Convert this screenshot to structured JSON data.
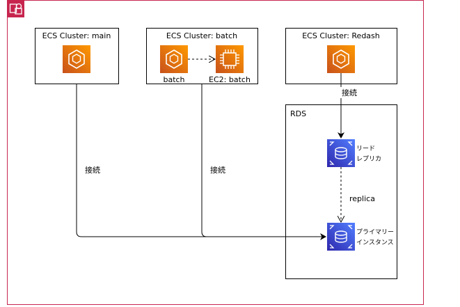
{
  "clusters": {
    "main": {
      "title": "ECS Cluster: main"
    },
    "batch": {
      "title": "ECS Cluster: batch",
      "ecs_label": "batch",
      "ec2_label": "EC2: batch"
    },
    "redash": {
      "title": "ECS Cluster: Redash"
    }
  },
  "rds": {
    "title": "RDS",
    "replica": {
      "label_line1": "リード",
      "label_line2": "レプリカ"
    },
    "primary": {
      "label_line1": "プライマリー",
      "label_line2": "インスタンス"
    },
    "replica_edge_label": "replica"
  },
  "connections": {
    "main_label": "接続",
    "batch_label": "接続",
    "redash_label": "接続"
  },
  "icons": {
    "group": "aws-group-icon",
    "ecs": "ecs-icon",
    "ec2": "ec2-instance-icon",
    "rds": "rds-database-icon"
  },
  "colors": {
    "group_border": "#c7254e",
    "ecs_orange": "#ED7100",
    "rds_blue": "#3F48CC",
    "line": "#000000"
  }
}
